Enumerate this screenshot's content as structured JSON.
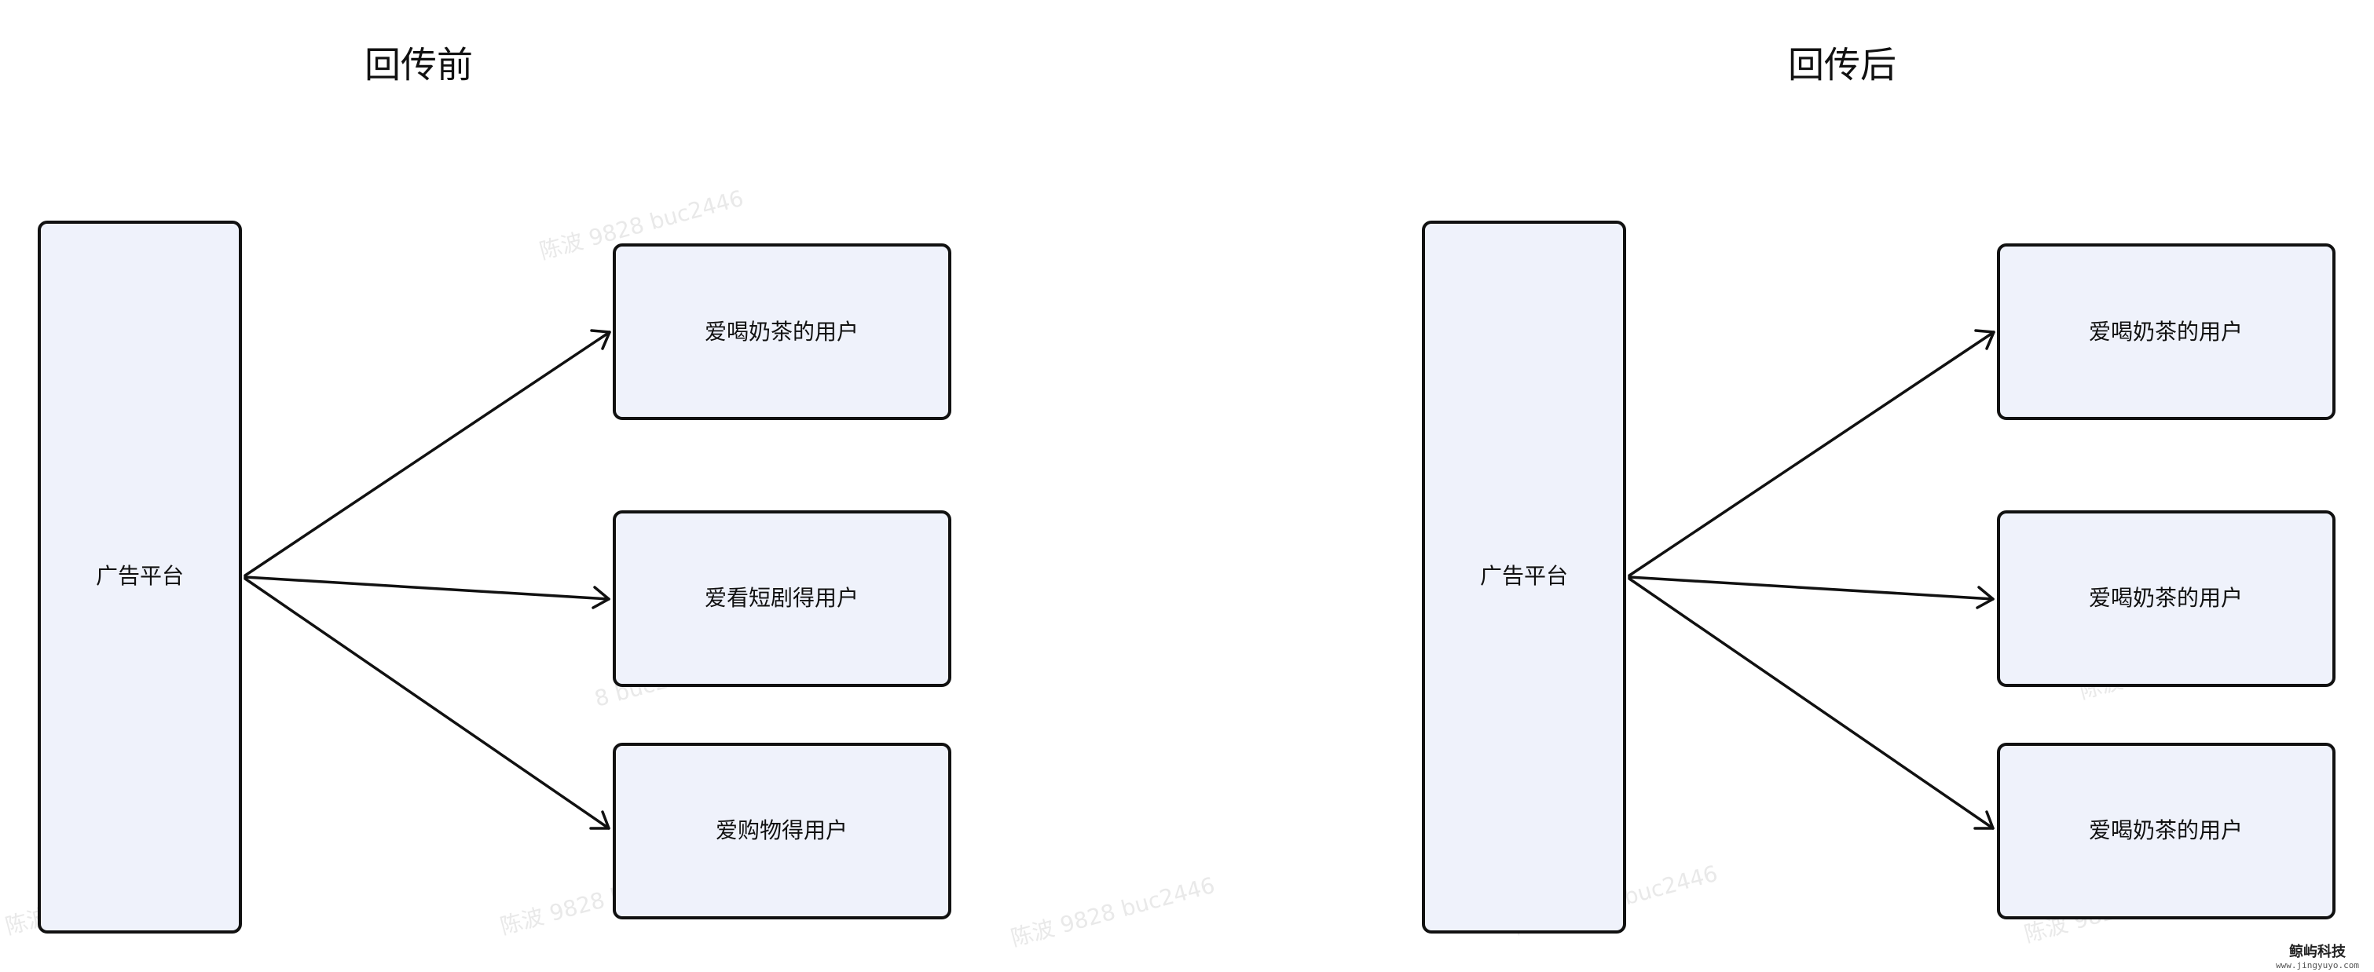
{
  "panels": [
    {
      "title": "回传前",
      "source": {
        "label": "广告平台"
      },
      "targets": [
        {
          "label": "爱喝奶茶的用户"
        },
        {
          "label": "爱看短剧得用户"
        },
        {
          "label": "爱购物得用户"
        }
      ]
    },
    {
      "title": "回传后",
      "source": {
        "label": "广告平台"
      },
      "targets": [
        {
          "label": "爱喝奶茶的用户"
        },
        {
          "label": "爱喝奶茶的用户"
        },
        {
          "label": "爱喝奶茶的用户"
        }
      ]
    }
  ],
  "watermarks": [
    "陈波 9828 buc2446",
    "陈波 9828 buc2446",
    "陈波 9828 buc2446",
    "陈波 9828 buc2446",
    "陈波 9828 buc2446",
    "8 buc2446",
    "陈波 9828 buc2446",
    "陈波 9828 buc2446"
  ],
  "logo": {
    "name": "鲸屿科技",
    "url": "www.jingyuyo.com"
  },
  "colors": {
    "node_fill": "#eff2fb",
    "node_stroke": "#111111",
    "edge": "#111111",
    "background": "#ffffff"
  }
}
